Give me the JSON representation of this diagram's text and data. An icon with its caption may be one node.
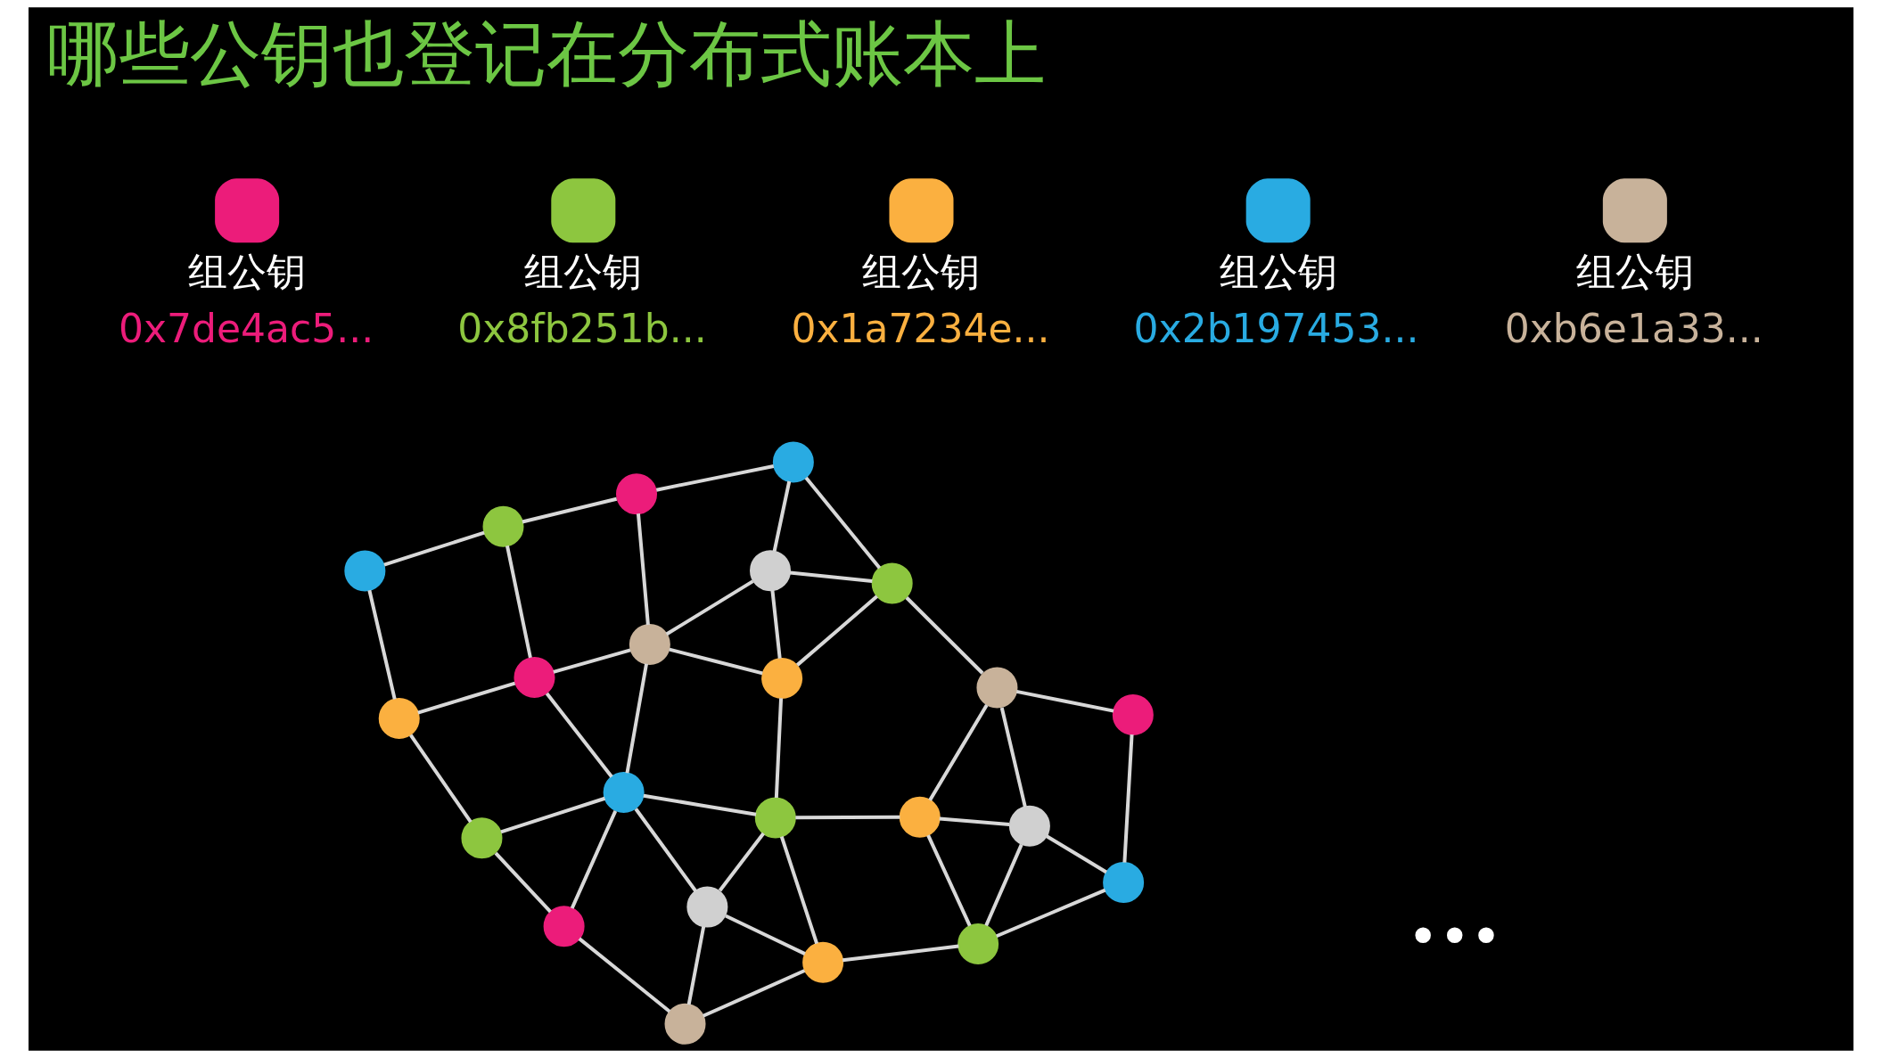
{
  "diagram": {
    "title": "哪些公钥也登记在分布式账本上",
    "nodes": [
      {
        "text": [],
        "shape": "circle"
      },
      {
        "text": [],
        "shape": "circle"
      },
      {
        "text": [],
        "shape": "circle"
      },
      {
        "text": [],
        "shape": "circle"
      },
      {
        "text": [],
        "shape": "circle"
      },
      {
        "text": [],
        "shape": "circle"
      },
      {
        "text": [],
        "shape": "circle"
      },
      {
        "text": [],
        "shape": "circle"
      },
      {
        "text": [],
        "shape": "circle"
      },
      {
        "text": [],
        "shape": "circle"
      },
      {
        "text": [],
        "shape": "circle"
      },
      {
        "text": [],
        "shape": "circle"
      },
      {
        "text": [],
        "shape": "circle"
      },
      {
        "text": [],
        "shape": "circle"
      },
      {
        "text": [],
        "shape": "circle"
      },
      {
        "text": [],
        "shape": "circle"
      },
      {
        "text": [],
        "shape": "circle"
      },
      {
        "text": [],
        "shape": "circle"
      },
      {
        "text": [],
        "shape": "circle"
      },
      {
        "text": [],
        "shape": "circle"
      },
      {
        "text": [],
        "shape": "circle"
      },
      {
        "text": [],
        "shape": "circle"
      },
      {
        "text": [],
        "shape": "circle"
      }
    ],
    "edges": [
      {
        "from": 0,
        "to": 1,
        "arrow": "none"
      },
      {
        "from": 0,
        "to": 2,
        "arrow": "none"
      },
      {
        "from": 0,
        "to": 6,
        "arrow": "none"
      },
      {
        "from": 1,
        "to": 5,
        "arrow": "none"
      },
      {
        "from": 1,
        "to": 4,
        "arrow": "none"
      },
      {
        "from": 2,
        "to": 3,
        "arrow": "none"
      },
      {
        "from": 2,
        "to": 6,
        "arrow": "none"
      },
      {
        "from": 3,
        "to": 8,
        "arrow": "none"
      },
      {
        "from": 3,
        "to": 11,
        "arrow": "none"
      },
      {
        "from": 4,
        "to": 5,
        "arrow": "none"
      },
      {
        "from": 4,
        "to": 9,
        "arrow": "none"
      },
      {
        "from": 4,
        "to": 7,
        "arrow": "none"
      },
      {
        "from": 5,
        "to": 6,
        "arrow": "none"
      },
      {
        "from": 5,
        "to": 9,
        "arrow": "none"
      },
      {
        "from": 6,
        "to": 9,
        "arrow": "none"
      },
      {
        "from": 6,
        "to": 11,
        "arrow": "none"
      },
      {
        "from": 6,
        "to": 14,
        "arrow": "none"
      },
      {
        "from": 7,
        "to": 10,
        "arrow": "none"
      },
      {
        "from": 7,
        "to": 12,
        "arrow": "none"
      },
      {
        "from": 7,
        "to": 15,
        "arrow": "none"
      },
      {
        "from": 8,
        "to": 17,
        "arrow": "none"
      },
      {
        "from": 11,
        "to": 17,
        "arrow": "none"
      },
      {
        "from": 11,
        "to": 14,
        "arrow": "none"
      },
      {
        "from": 9,
        "to": 13,
        "arrow": "none"
      },
      {
        "from": 9,
        "to": 10,
        "arrow": "none"
      },
      {
        "from": 10,
        "to": 12,
        "arrow": "none"
      },
      {
        "from": 10,
        "to": 16,
        "arrow": "none"
      },
      {
        "from": 12,
        "to": 16,
        "arrow": "none"
      },
      {
        "from": 12,
        "to": 15,
        "arrow": "none"
      },
      {
        "from": 15,
        "to": 21,
        "arrow": "none"
      },
      {
        "from": 16,
        "to": 21,
        "arrow": "none"
      },
      {
        "from": 16,
        "to": 20,
        "arrow": "none"
      },
      {
        "from": 13,
        "to": 14,
        "arrow": "none"
      },
      {
        "from": 13,
        "to": 18,
        "arrow": "none"
      },
      {
        "from": 13,
        "to": 20,
        "arrow": "none"
      },
      {
        "from": 14,
        "to": 18,
        "arrow": "none"
      },
      {
        "from": 14,
        "to": 19,
        "arrow": "none"
      },
      {
        "from": 17,
        "to": 19,
        "arrow": "none"
      },
      {
        "from": 18,
        "to": 20,
        "arrow": "none"
      },
      {
        "from": 18,
        "to": 22,
        "arrow": "none"
      },
      {
        "from": 19,
        "to": 22,
        "arrow": "none"
      },
      {
        "from": 20,
        "to": 22,
        "arrow": "none"
      }
    ],
    "labels": [
      "•••"
    ],
    "legend": [
      {
        "text": "组公钥 0x7de4ac5...",
        "color": "#ec1c7a"
      },
      {
        "text": "组公钥 0x8fb251b...",
        "color": "#8dc63f"
      },
      {
        "text": "组公钥 0x1a7234e...",
        "color": "#fbb040"
      },
      {
        "text": "组公钥 0x2b197453...",
        "color": "#29abe2"
      },
      {
        "text": "组公钥 0xb6e1a33...",
        "color": "#c8b29a"
      }
    ]
  }
}
